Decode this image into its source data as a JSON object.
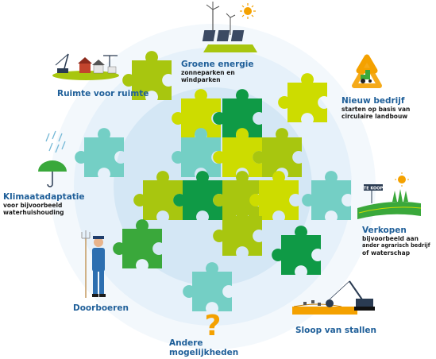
{
  "items": {
    "groene": {
      "title": "Groene energie",
      "sub": [
        "zonneparken en",
        "windparken"
      ]
    },
    "ruimte": {
      "title": "Ruimte voor ruimte"
    },
    "nieuw": {
      "title": "Nieuw bedrijf",
      "sub": [
        "starten op basis van",
        "circulaire landbouw"
      ]
    },
    "klimaat": {
      "title": "Klimaatadaptatie",
      "sub": [
        "voor bijvoorbeeld",
        "waterhuishouding"
      ]
    },
    "verkopen": {
      "title": "Verkopen",
      "sub": [
        "bijvoorbeeld aan",
        "ander agrarisch bedrijf",
        "of waterschap"
      ]
    },
    "doorboeren": {
      "title": "Doorboeren"
    },
    "sloop": {
      "title": "Sloop van stallen"
    },
    "andere": {
      "title": [
        "Andere",
        "mogelijkheden"
      ]
    }
  },
  "signs": {
    "te_koop": "TE KOOP"
  },
  "colors": {
    "lime": "#a8c60f",
    "yellow_green": "#cddc00",
    "green": "#3aa83b",
    "dark_green": "#0f9a46",
    "teal": "#74cfc5",
    "title_blue": "#1f5f99",
    "orange": "#f4a100"
  },
  "icons": {
    "groene": "wind-solar-icon",
    "ruimte": "crane-houses-icon",
    "nieuw": "recycle-tractor-icon",
    "klimaat": "rain-umbrella-icon",
    "verkopen": "for-sale-field-icon",
    "doorboeren": "farmer-icon",
    "sloop": "demolition-crane-icon",
    "andere": "question-mark-icon"
  }
}
